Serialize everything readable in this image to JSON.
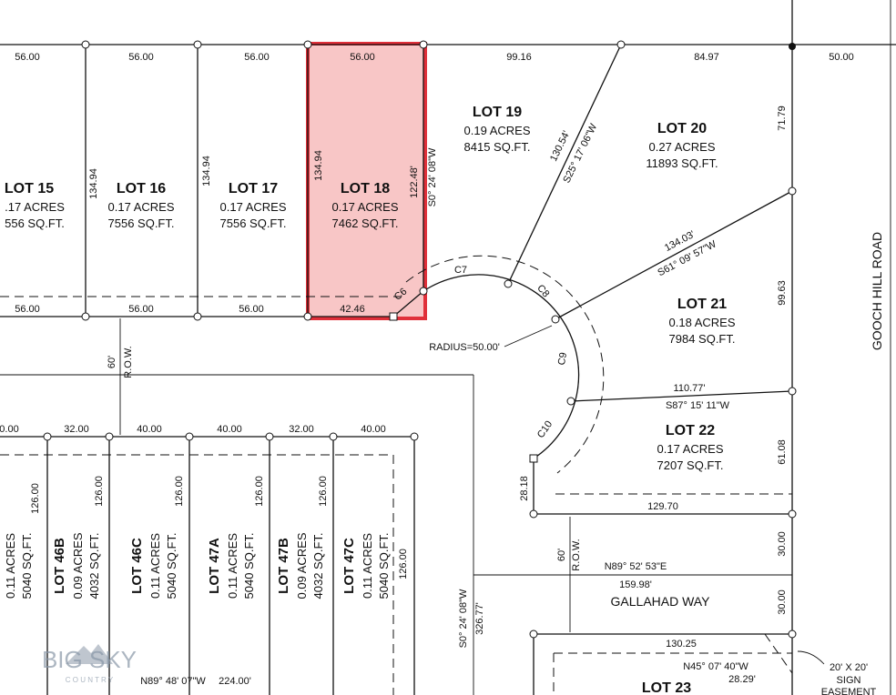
{
  "colors": {
    "highlight_fill": "#f8c6c6",
    "highlight_stroke": "#e0303a",
    "line": "#111111"
  },
  "top_dims": [
    "56.00",
    "56.00",
    "56.00",
    "56.00",
    "99.16",
    "84.97",
    "50.00"
  ],
  "mid_dims": [
    "56.00",
    "56.00",
    "56.00",
    "42.46"
  ],
  "lots": {
    "lot15": {
      "name": "LOT 15",
      "acres": ".17 ACRES",
      "sqft": "556 SQ.FT."
    },
    "lot16": {
      "name": "LOT 16",
      "acres": "0.17 ACRES",
      "sqft": "7556 SQ.FT.",
      "depth": "134.94"
    },
    "lot17": {
      "name": "LOT 17",
      "acres": "0.17 ACRES",
      "sqft": "7556 SQ.FT.",
      "depth": "134.94"
    },
    "lot18": {
      "name": "LOT 18",
      "acres": "0.17 ACRES",
      "sqft": "7462 SQ.FT.",
      "depth": "134.94",
      "side": "122.48'",
      "bearing": "S0° 24' 08\"W"
    },
    "lot19": {
      "name": "LOT 19",
      "acres": "0.19 ACRES",
      "sqft": "8415 SQ.FT.",
      "side": "130.54'",
      "bearing": "S25° 17' 06\"W"
    },
    "lot20": {
      "name": "LOT 20",
      "acres": "0.27 ACRES",
      "sqft": "11893 SQ.FT.",
      "side": "71.79"
    },
    "lot21": {
      "name": "LOT 21",
      "acres": "0.18 ACRES",
      "sqft": "7984 SQ.FT.",
      "top": "134.03'",
      "bearing": "S61° 09' 57\"W",
      "side": "99.63"
    },
    "lot22": {
      "name": "LOT 22",
      "acres": "0.17 ACRES",
      "sqft": "7207 SQ.FT.",
      "top": "110.77'",
      "bearing": "S87° 15' 11\"W",
      "side": "61.08",
      "bottom": "129.70",
      "left": "28.18"
    },
    "lot23": {
      "name": "LOT 23"
    },
    "lot46b": {
      "name": "LOT 46B",
      "acres": "0.09 ACRES",
      "sqft": "4032 SQ.FT."
    },
    "lot46c": {
      "name": "LOT 46C",
      "acres": "0.11 ACRES",
      "sqft": "5040 SQ.FT."
    },
    "lot47a": {
      "name": "LOT 47A",
      "acres": "0.11 ACRES",
      "sqft": "5040 SQ.FT."
    },
    "lot47b": {
      "name": "LOT 47B",
      "acres": "0.09 ACRES",
      "sqft": "4032 SQ.FT."
    },
    "lot47c": {
      "name": "LOT 47C",
      "acres": "0.11 ACRES",
      "sqft": "5040 SQ.FT."
    },
    "lot46a_partial": {
      "acres": "0.11 ACRES",
      "sqft": "5040 SQ.FT."
    }
  },
  "lower_top_dims": [
    "0.00",
    "32.00",
    "40.00",
    "40.00",
    "32.00",
    "40.00"
  ],
  "lower_depths": [
    "126.00",
    "126.00",
    "126.00",
    "126.00",
    "126.00",
    "126.00"
  ],
  "curves": [
    "C6",
    "C7",
    "C8",
    "C9",
    "C10"
  ],
  "radius_label": "RADIUS=50.00'",
  "row_label": "60'",
  "row_label2": "R.O.W.",
  "gooch_hill_road": "GOOCH HILL ROAD",
  "gallahad_way": "GALLAHAD WAY",
  "gallahad_bearing": "N89° 52' 53\"E",
  "gallahad_len": "159.98'",
  "road_dims": [
    "30.00",
    "30.00"
  ],
  "west_bearing": "S0° 24' 08\"W",
  "west_len": "326.77'",
  "lot23_top": "130.25",
  "n45_bearing": "N45° 07' 40\"W",
  "n45_len": "28.29'",
  "sign_easement_1": "20' X 20'",
  "sign_easement_2": "SIGN",
  "sign_easement_3": "EASEMENT",
  "bottom_bearing": "N89° 48' 07\"W",
  "bottom_len": "224.00'",
  "lower_right_depth": "126.00",
  "watermark": "BIG SKY",
  "watermark_sub": "C O U N T R Y"
}
